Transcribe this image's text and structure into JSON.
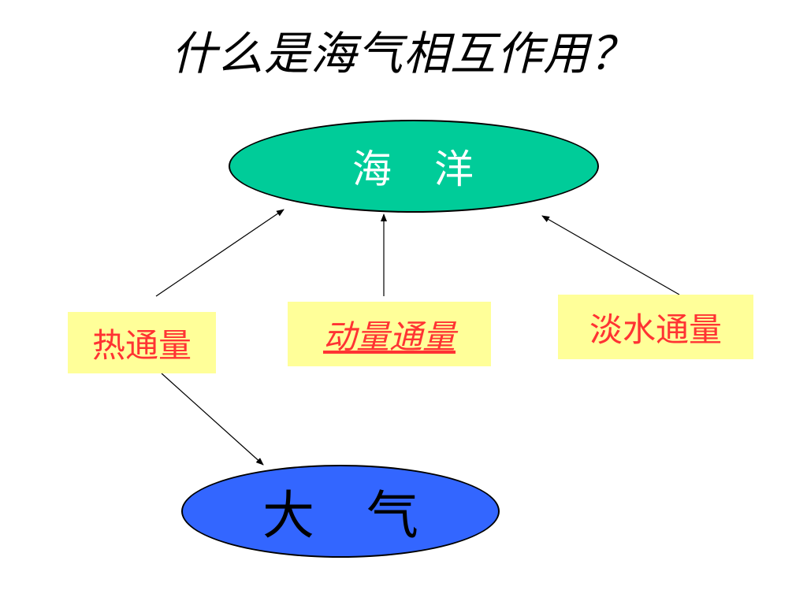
{
  "title": "什么是海气相互作用？",
  "nodes": {
    "ocean": {
      "label": "海　洋",
      "color": "#00cc99"
    },
    "atmosphere": {
      "label": "大　气",
      "color": "#3366ff"
    }
  },
  "fluxes": {
    "heat": "热通量",
    "momentum": "动量通量",
    "freshwater": "淡水通量"
  },
  "colors": {
    "flux_text": "#ff3333",
    "flux_box": "#ffff99"
  }
}
